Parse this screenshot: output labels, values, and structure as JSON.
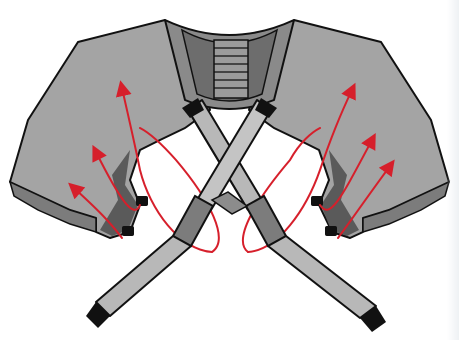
{
  "diagram": {
    "colors": {
      "background": "#ffffff",
      "body_fill": "#a4a4a4",
      "body_inner": "#5a5a5a",
      "collar_dark": "#6d6d6d",
      "collar_light": "#8a8a8a",
      "outline": "#111111",
      "handle_fill": "#b8b8b8",
      "handle_grip": "#7c7c7c",
      "handle_tip": "#111111",
      "arrow": "#d61f2b"
    },
    "parts": [
      "shoulder-massager-body",
      "collar-ribbed-panel",
      "left-handle",
      "right-handle",
      "massage-node"
    ],
    "arrow_count": 6
  }
}
